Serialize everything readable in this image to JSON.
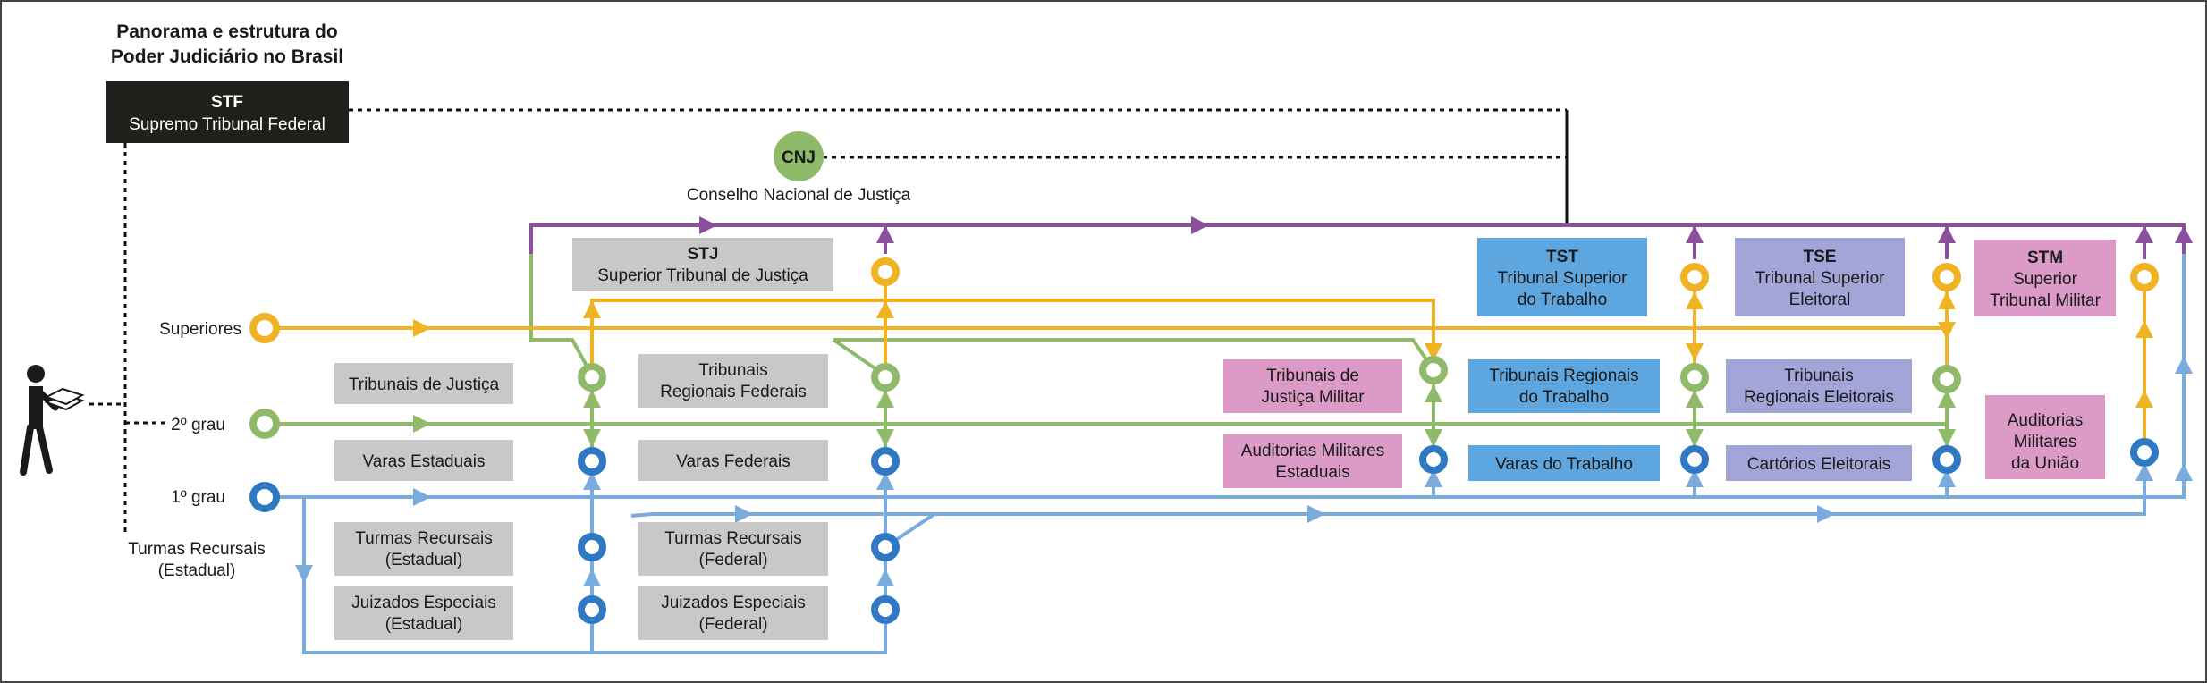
{
  "title": {
    "line1": "Panorama e estrutura do",
    "line2": "Poder Judiciário no Brasil"
  },
  "stf": {
    "abbr": "STF",
    "name": "Supremo Tribunal Federal"
  },
  "cnj": {
    "abbr": "CNJ",
    "name": "Conselho Nacional de Justiça"
  },
  "levels": {
    "superiores": "Superiores",
    "segundo": "2º grau",
    "primeiro": "1º grau",
    "turmas_line1": "Turmas Recursais",
    "turmas_line2": "(Estadual)"
  },
  "boxes": {
    "stj": {
      "abbr": "STJ",
      "name": "Superior Tribunal de Justiça"
    },
    "tst": {
      "abbr": "TST",
      "line1": "Tribunal Superior",
      "line2": "do Trabalho"
    },
    "tse": {
      "abbr": "TSE",
      "line1": "Tribunal Superior",
      "line2": "Eleitoral"
    },
    "stm": {
      "abbr": "STM",
      "line1": "Superior",
      "line2": "Tribunal Militar"
    },
    "tj": "Tribunais de Justiça",
    "trf": {
      "line1": "Tribunais",
      "line2": "Regionais Federais"
    },
    "tjm": {
      "line1": "Tribunais de",
      "line2": "Justiça Militar"
    },
    "trt": {
      "line1": "Tribunais Regionais",
      "line2": "do Trabalho"
    },
    "tre": {
      "line1": "Tribunais",
      "line2": "Regionais Eleitorais"
    },
    "aum": {
      "line1": "Auditorias",
      "line2": "Militares",
      "line3": "da União"
    },
    "ve": "Varas Estaduais",
    "vf": "Varas Federais",
    "ame": {
      "line1": "Auditorias Militares",
      "line2": "Estaduais"
    },
    "vt": "Varas do Trabalho",
    "ce": "Cartórios Eleitorais",
    "tre_est": {
      "line1": "Turmas Recursais",
      "line2": "(Estadual)"
    },
    "tre_fed": {
      "line1": "Turmas Recursais",
      "line2": "(Federal)"
    },
    "jee": {
      "line1": "Juizados Especiais",
      "line2": "(Estadual)"
    },
    "jef": {
      "line1": "Juizados Especiais",
      "line2": "(Federal)"
    }
  },
  "colors": {
    "purple": "#8b4f9e",
    "yellow": "#f0b323",
    "green": "#8fba6a",
    "blue": "#2f78c4",
    "lightblue": "#79acdd",
    "gray_box": "#c8c8c8",
    "pink_box": "#dc9bc7",
    "blue_box": "#5ea6df",
    "lavender_box": "#a3a5d9",
    "stf_box": "#1f1f1b",
    "cnj_circle": "#8fba6a"
  }
}
